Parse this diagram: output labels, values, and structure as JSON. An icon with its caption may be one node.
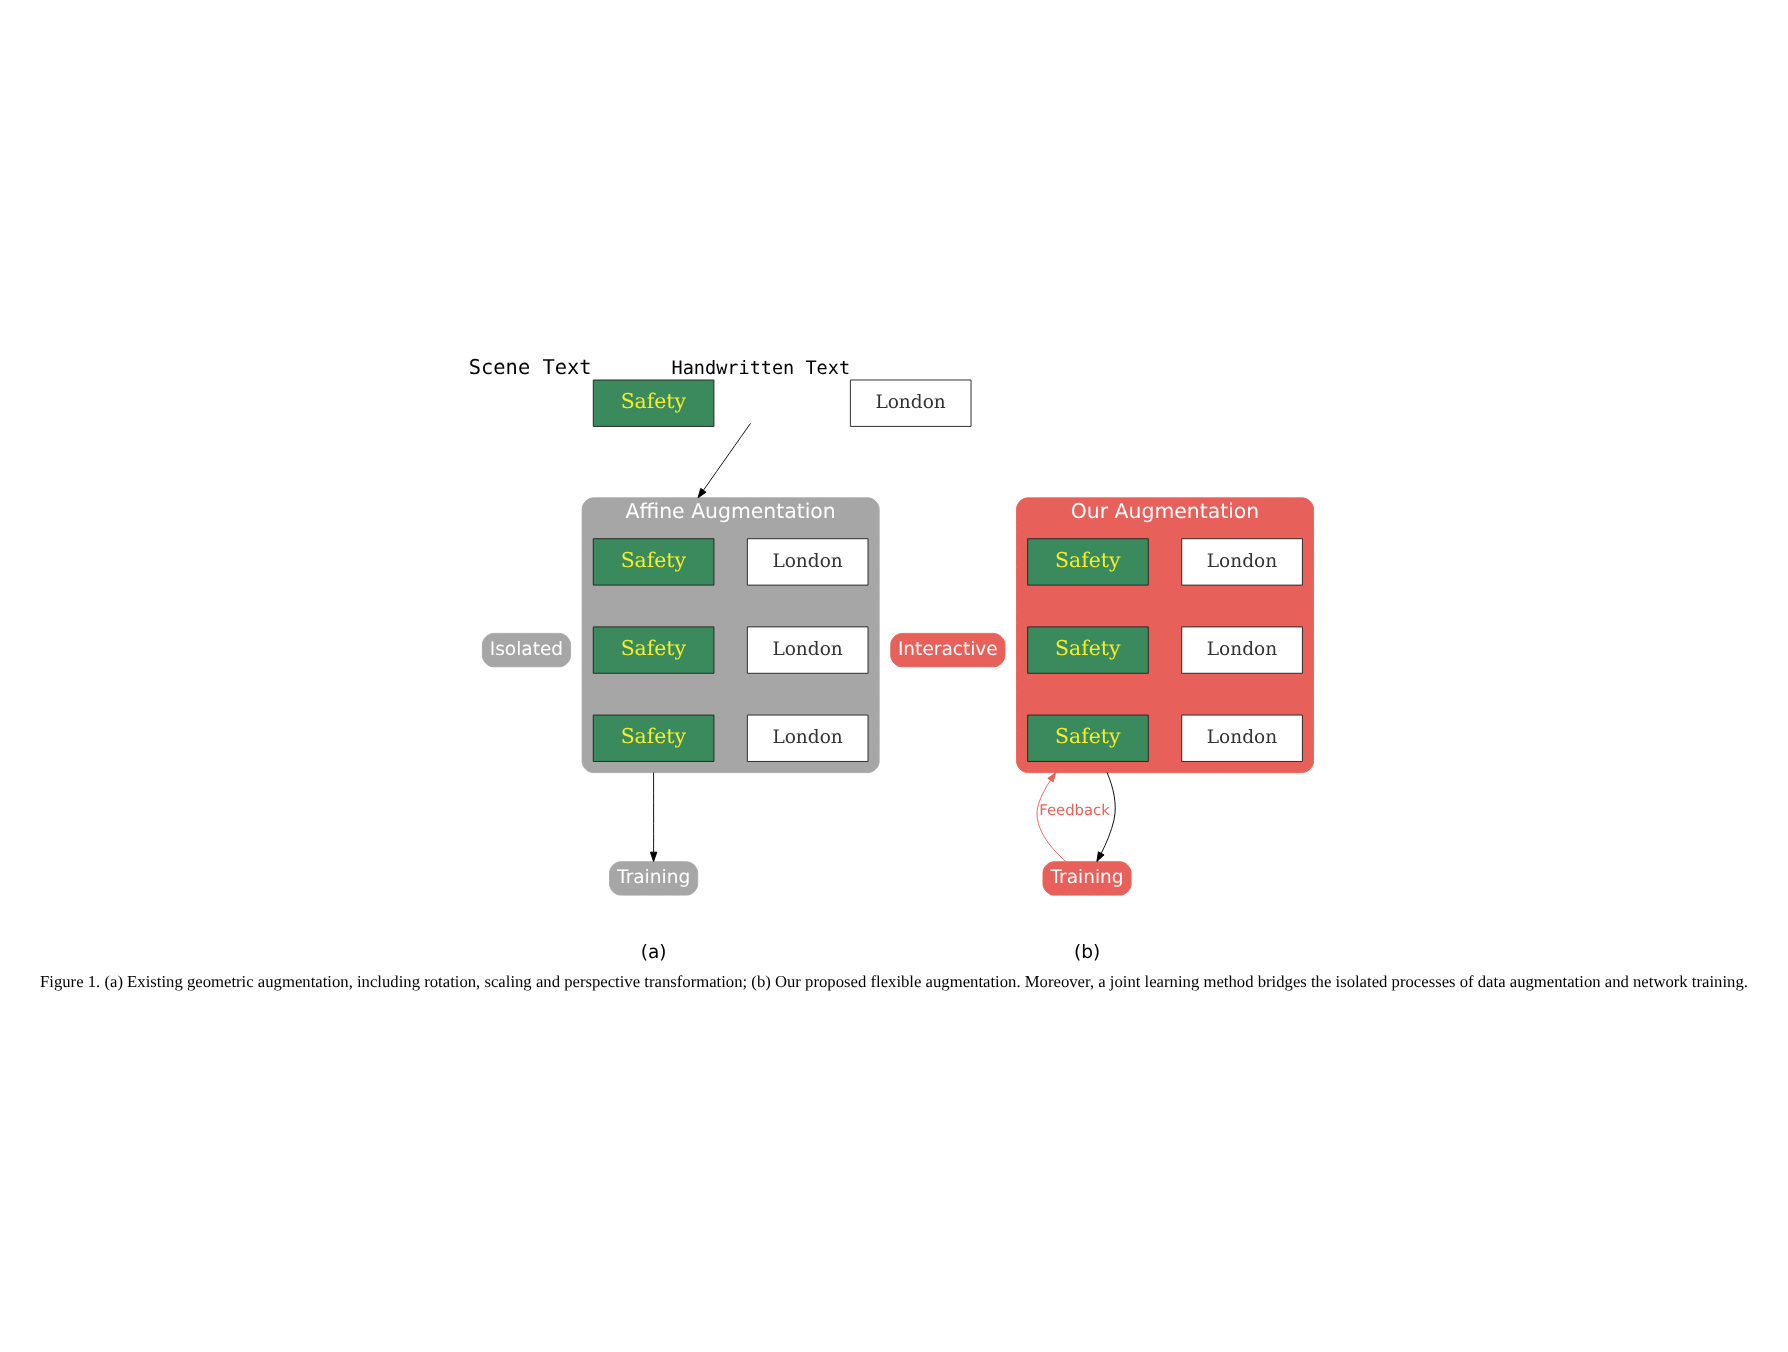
{
  "diagram": {
    "caption": "Figure 1. (a) Existing geometric augmentation, including rotation, scaling and perspective transformation; (b) Our proposed flexible augmentation. Moreover, a joint learning method bridges the isolated processes of data augmentation and network training.",
    "nodes": [
      {
        "text": [
          "Safety"
        ],
        "beside": [
          "Scene Text"
        ]
      },
      {
        "text": [
          "London"
        ],
        "beside": [
          "Handwritten Text"
        ]
      },
      {
        "text": [
          "Affine Augmentation"
        ]
      },
      {
        "text": [
          "Safety"
        ],
        "in": 2
      },
      {
        "text": [
          "London"
        ],
        "in": 2
      },
      {
        "text": [
          "Safety"
        ],
        "in": 2
      },
      {
        "text": [
          "London"
        ],
        "in": 2
      },
      {
        "text": [
          "Safety"
        ],
        "in": 2
      },
      {
        "text": [
          "London"
        ],
        "in": 2
      },
      {
        "text": [
          "Our Augmentation"
        ]
      },
      {
        "text": [
          "Safety"
        ],
        "in": 9
      },
      {
        "text": [
          "London"
        ],
        "in": 9
      },
      {
        "text": [
          "Safety"
        ],
        "in": 9
      },
      {
        "text": [
          "London"
        ],
        "in": 9
      },
      {
        "text": [
          "Safety"
        ],
        "in": 9
      },
      {
        "text": [
          "London"
        ],
        "in": 9
      },
      {
        "text": [
          "Training"
        ]
      },
      {
        "text": [
          "Training"
        ]
      },
      {
        "text": [
          "Isolated"
        ]
      },
      {
        "text": [
          "Interactive"
        ]
      }
    ],
    "edges": [
      {
        "from": null,
        "to": 2,
        "arrow": "to"
      },
      {
        "from": 2,
        "to": 16,
        "arrow": "to"
      },
      {
        "from": 9,
        "to": 17,
        "arrow": "to"
      },
      {
        "from": 17,
        "to": 9,
        "arrow": "to",
        "label": "Feedback",
        "color": "#e8605a"
      }
    ],
    "labels": [
      "(a)",
      "(b)"
    ]
  }
}
